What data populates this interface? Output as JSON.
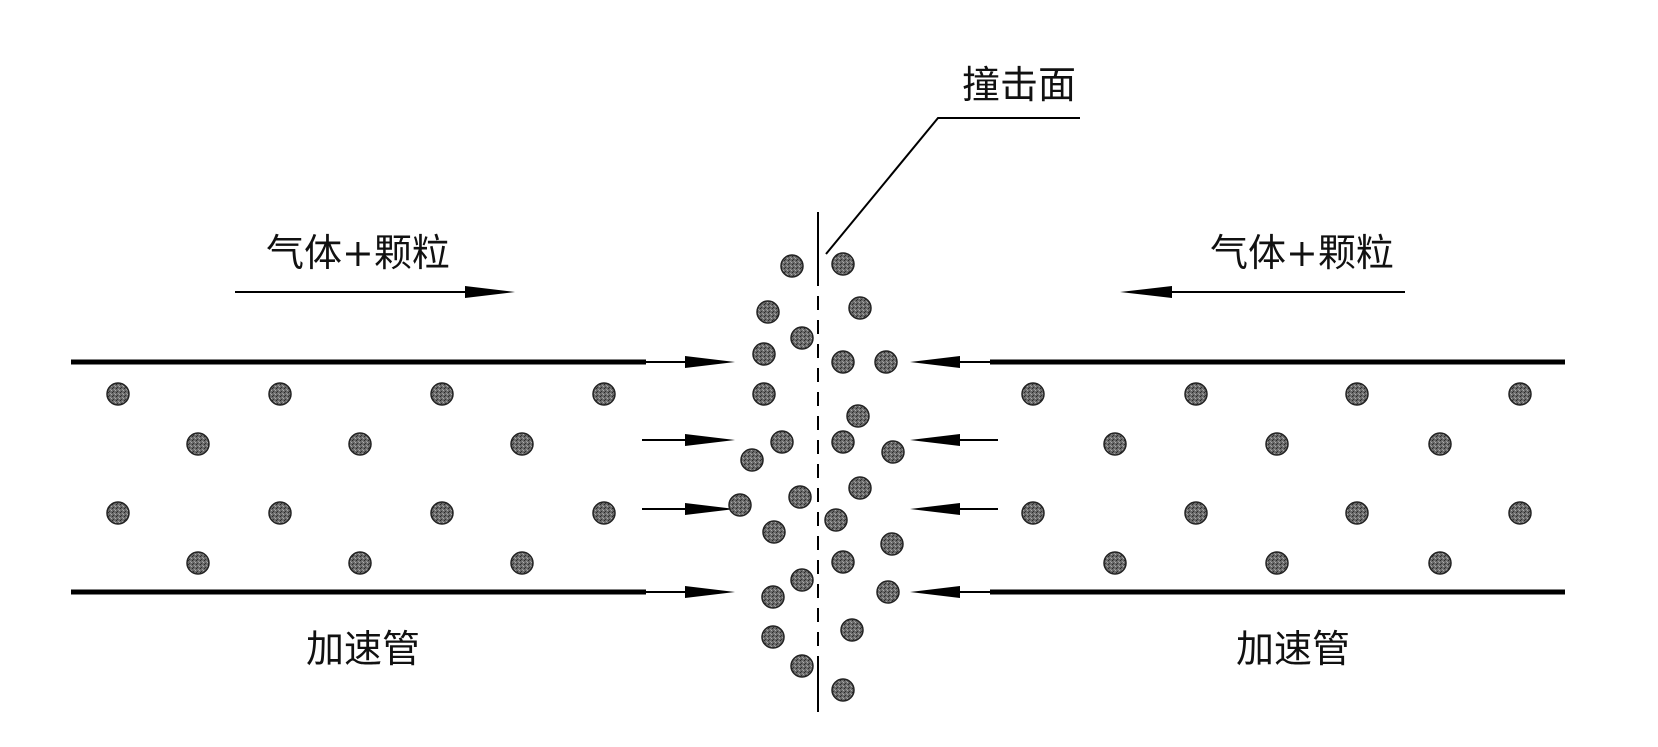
{
  "labels": {
    "impact_surface": "撞击面",
    "left_flow": "气体+颗粒",
    "right_flow": "气体+颗粒",
    "left_tube": "加速管",
    "right_tube": "加速管"
  },
  "colors": {
    "line": "#000000",
    "particle_fill": "#5a5a5a",
    "particle_stroke": "#222222",
    "text": "#111111"
  }
}
